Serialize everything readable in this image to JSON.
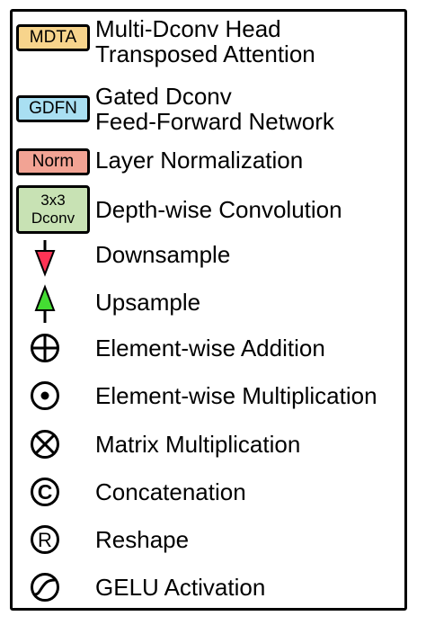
{
  "legend": {
    "items": [
      {
        "id": "mdta",
        "symbol": "MDTA",
        "label_lines": [
          "Multi-Dconv Head",
          "Transposed Attention"
        ],
        "fill": "#f7d48c"
      },
      {
        "id": "gdfn",
        "symbol": "GDFN",
        "label_lines": [
          "Gated Dconv",
          "Feed-Forward Network"
        ],
        "fill": "#a9dff2"
      },
      {
        "id": "norm",
        "symbol": "Norm",
        "label_lines": [
          "Layer Normalization"
        ],
        "fill": "#f2a394"
      },
      {
        "id": "dconv",
        "symbol_lines": [
          "3x3",
          "Dconv"
        ],
        "label_lines": [
          "Depth-wise Convolution"
        ],
        "fill": "#c8e2b4"
      },
      {
        "id": "down",
        "icon": "downsample-arrow-icon",
        "label_lines": [
          "Downsample"
        ],
        "fill": "#ff3355"
      },
      {
        "id": "up",
        "icon": "upsample-arrow-icon",
        "label_lines": [
          "Upsample"
        ],
        "fill": "#44dd33"
      },
      {
        "id": "add",
        "icon": "circle-plus-icon",
        "label_lines": [
          "Element-wise Addition"
        ]
      },
      {
        "id": "mul",
        "icon": "circle-dot-icon",
        "label_lines": [
          "Element-wise Multiplication"
        ]
      },
      {
        "id": "matmul",
        "icon": "circle-times-icon",
        "label_lines": [
          "Matrix Multiplication"
        ]
      },
      {
        "id": "concat",
        "symbol": "C",
        "icon": "circle-c-icon",
        "label_lines": [
          "Concatenation"
        ]
      },
      {
        "id": "reshape",
        "symbol": "R",
        "icon": "circle-r-icon",
        "label_lines": [
          "Reshape"
        ]
      },
      {
        "id": "gelu",
        "icon": "circle-sigmoid-icon",
        "label_lines": [
          "GELU Activation"
        ]
      }
    ]
  }
}
